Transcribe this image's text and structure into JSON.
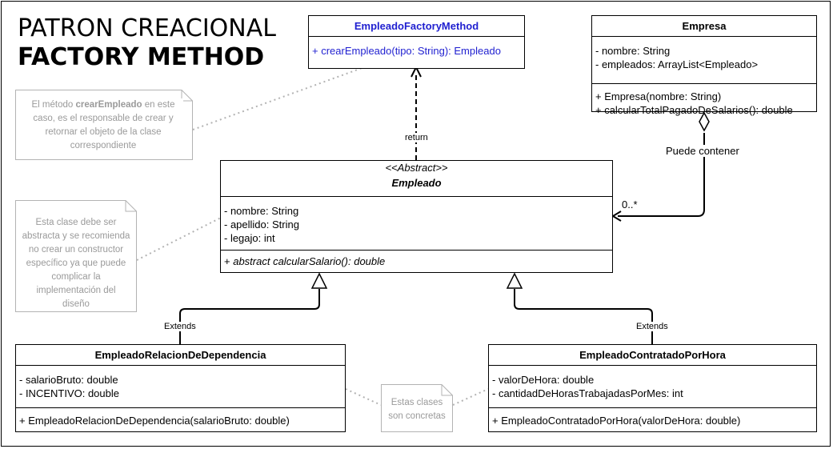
{
  "title": {
    "line1": "PATRON CREACIONAL",
    "line2": "FACTORY METHOD"
  },
  "factory": {
    "name": "EmpleadoFactoryMethod",
    "method": "+ crearEmpleado(tipo: String): Empleado"
  },
  "empresa": {
    "name": "Empresa",
    "attr1": "- nombre: String",
    "attr2": "- empleados: ArrayList<Empleado>",
    "op1": "+ Empresa(nombre: String)",
    "op2": "+ calcularTotalPagadoDeSalarios(): double"
  },
  "empleado": {
    "stereotype": "<<Abstract>>",
    "name": "Empleado",
    "attr1": "- nombre: String",
    "attr2": "- apellido: String",
    "attr3": "- legajo: int",
    "op_prefix": "+ ",
    "op_abstract": "abstract",
    "op_rest": " calcularSalario(): double"
  },
  "dependencia": {
    "name": "EmpleadoRelacionDeDependencia",
    "attr1": "- salarioBruto: double",
    "attr2": "- INCENTIVO: double",
    "op1": "+ EmpleadoRelacionDeDependencia(salarioBruto: double)"
  },
  "porhora": {
    "name": "EmpleadoContratadoPorHora",
    "attr1": "- valorDeHora: double",
    "attr2": "- cantidadDeHorasTrabajadasPorMes: int",
    "op1": "+ EmpleadoContratadoPorHora(valorDeHora: double)"
  },
  "notes": {
    "factory_pre": "El método ",
    "factory_bold": "crearEmpleado",
    "factory_post": " en este caso, es el responsable de crear y retornar el objeto de la clase correspondiente",
    "abstract_note": "Esta clase debe ser abstracta y se recomienda no crear un constructor específico ya que puede complicar la implementación del diseño",
    "concrete_note": "Estas clases son concretas"
  },
  "labels": {
    "return": "return",
    "puede_contener": "Puede contener",
    "multiplicity": "0..*",
    "extends_left": "Extends",
    "extends_right": "Extends"
  },
  "colors": {
    "factory_text": "#1f1fd0",
    "note_text": "#9a9a9a",
    "note_border": "#b3b3b3"
  }
}
